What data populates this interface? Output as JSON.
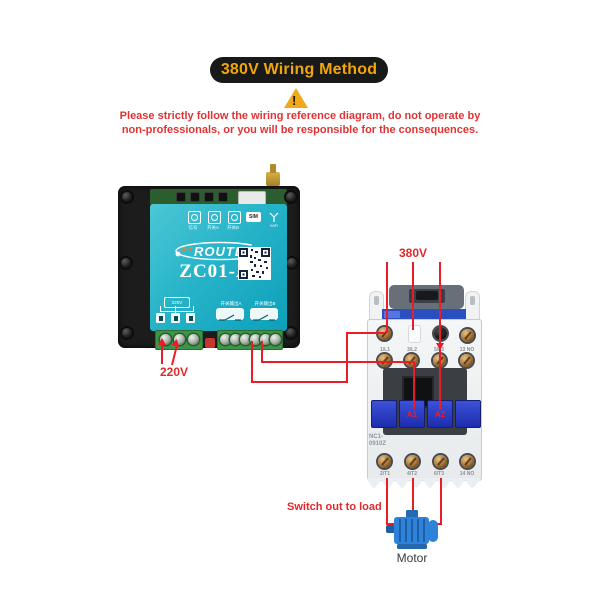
{
  "banner": {
    "title": "380V Wiring Method"
  },
  "warning": {
    "mark": "!",
    "line1": "Please strictly follow the wiring reference diagram, do not operate by",
    "line2": "non-professionals, or you will be responsible for the consequences."
  },
  "device": {
    "brand_prefix": "IOT",
    "brand": "ROUTER",
    "model": "ZC01-A",
    "indicators": [
      {
        "label": "信号"
      },
      {
        "label": "开关A"
      },
      {
        "label": "开关B"
      }
    ],
    "sim_label": "SIM",
    "wifi_label": "WiFi",
    "mini_diagram_label": "220V",
    "outputs": [
      {
        "label": "开关输出A"
      },
      {
        "label": "开关输出B"
      }
    ]
  },
  "contactor": {
    "model_line1": "NC1-",
    "model_line2": "0910Z",
    "top_terminals": [
      "1/L1",
      "3/L2",
      "5/L3",
      "13 NO"
    ],
    "bottom_terminals": [
      "2/T1",
      "4/T2",
      "6/T3",
      "14 NO"
    ],
    "coil_terminals": [
      "A1",
      "A2"
    ]
  },
  "annotations": {
    "supply_380": "380V",
    "supply_220": "220V",
    "switch_out": "Switch out to load",
    "motor": "Motor"
  },
  "colors": {
    "wire": "#ea1c2a",
    "banner_bg": "#191919",
    "banner_fg": "#f1a60a",
    "warning_text": "#e03333",
    "panel_teal": "#27b4c9",
    "contactor_blue": "#2a4fc0",
    "motor_blue": "#2e82d8"
  }
}
